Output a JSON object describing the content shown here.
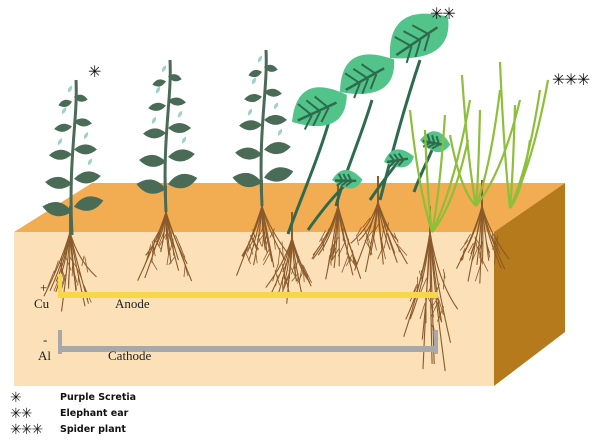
{
  "colors": {
    "soil_top": "#f2ac52",
    "soil_front": "#fbe0b8",
    "soil_side": "#b47a1c",
    "roots": "#8a5a2b",
    "anode_bar": "#f8d64a",
    "cathode_bar": "#a8a8a8",
    "leaf_dark": "#4a6b55",
    "leaf_light": "#9ed2c6",
    "elephant_leaf": "#52c48a",
    "elephant_vein": "#2e6b4e",
    "spider_leaf": "#8dbf3a"
  },
  "electrodes": {
    "anode": {
      "sign": "+",
      "metal": "Cu",
      "label": "Anode"
    },
    "cathode": {
      "sign": "-",
      "metal": "Al",
      "label": "Cathode"
    }
  },
  "plant_marks": {
    "purple": "✳",
    "elephant": "✳✳",
    "spider": "✳✳✳"
  },
  "legend": [
    {
      "stars": "✳",
      "name": "Purple Scretia"
    },
    {
      "stars": "✳✳",
      "name": "Elephant ear"
    },
    {
      "stars": "✳✳✳",
      "name": "Spider plant"
    }
  ]
}
